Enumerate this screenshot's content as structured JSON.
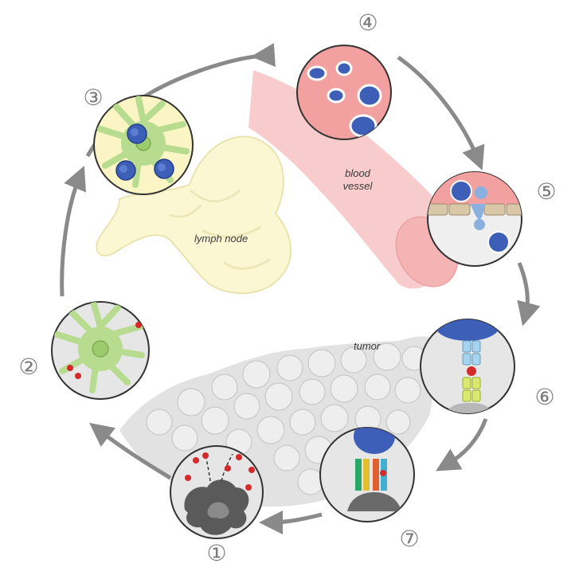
{
  "labels": {
    "lymph_node": "lymph node",
    "blood_vessel_line1": "blood",
    "blood_vessel_line2": "vessel",
    "tumor": "tumor"
  },
  "steps": [
    {
      "id": 1,
      "marker": "①"
    },
    {
      "id": 2,
      "marker": "②"
    },
    {
      "id": 3,
      "marker": "③"
    },
    {
      "id": 4,
      "marker": "④"
    },
    {
      "id": 5,
      "marker": "⑤"
    },
    {
      "id": 6,
      "marker": "⑥"
    },
    {
      "id": 7,
      "marker": "⑦"
    }
  ],
  "colors": {
    "cycle_arrow": "#8a8a8a",
    "dendritic_cell": "#b8dc8f",
    "t_cell": "#3d5fb8",
    "antigen": "#d42a2a",
    "blood": "#f2a8a8",
    "lymph": "#fbf7d2",
    "tumor_cell": "#dcdcdc"
  }
}
